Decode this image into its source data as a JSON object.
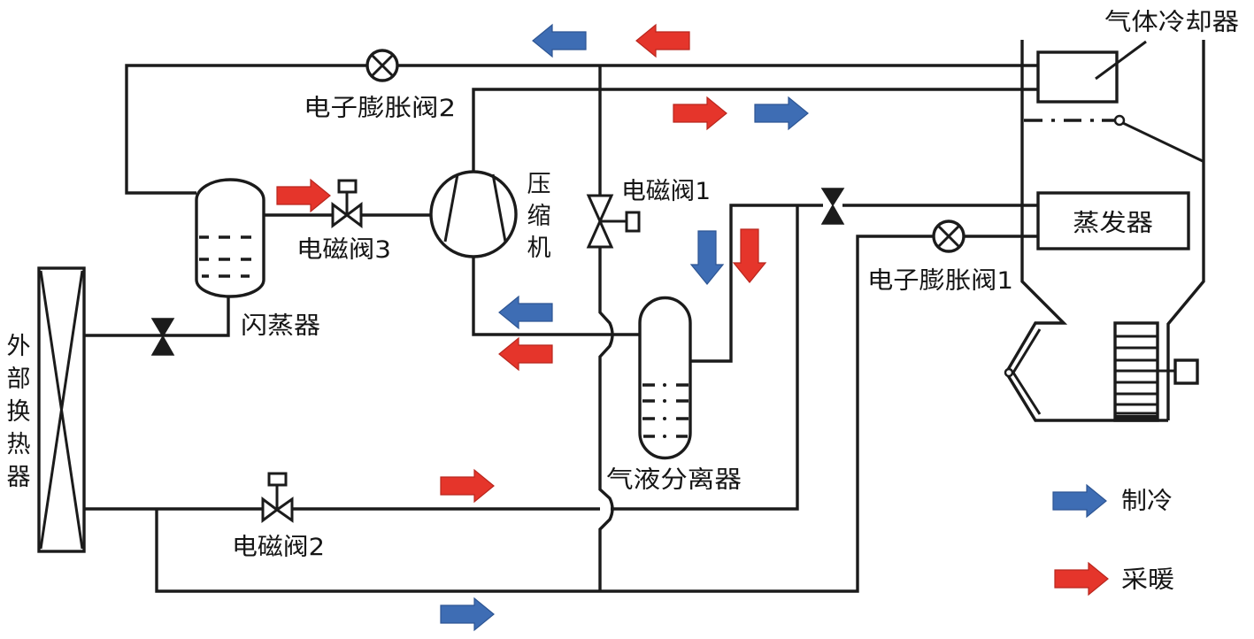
{
  "components": {
    "gas_cooler": "气体冷却器",
    "eev2": "电子膨胀阀2",
    "compressor": "压缩机",
    "solenoid_valve_1": "电磁阀1",
    "solenoid_valve_3": "电磁阀3",
    "evaporator": "蒸发器",
    "eev1": "电子膨胀阀1",
    "flash_tank": "闪蒸器",
    "external_heat_exchanger": "外部换热器",
    "gas_liquid_separator": "气液分离器",
    "solenoid_valve_2": "电磁阀2"
  },
  "legend": [
    {
      "mode": "cooling",
      "label": "制冷",
      "color": "#3e6db4",
      "stroke": "#2d5593"
    },
    {
      "mode": "heating",
      "label": "采暖",
      "color": "#e5352b",
      "stroke": "#b9261d"
    }
  ],
  "flow_arrows": [
    {
      "mode": "cooling",
      "direction": "left",
      "segment": "top-line-upper"
    },
    {
      "mode": "heating",
      "direction": "left",
      "segment": "top-line-upper"
    },
    {
      "mode": "heating",
      "direction": "right",
      "segment": "top-line-lower"
    },
    {
      "mode": "cooling",
      "direction": "right",
      "segment": "top-line-lower"
    },
    {
      "mode": "heating",
      "direction": "right",
      "segment": "flash-tank-to-compressor"
    },
    {
      "mode": "cooling",
      "direction": "down",
      "segment": "separator-inlet"
    },
    {
      "mode": "heating",
      "direction": "down",
      "segment": "separator-inlet"
    },
    {
      "mode": "cooling",
      "direction": "left",
      "segment": "compressor-suction"
    },
    {
      "mode": "heating",
      "direction": "left",
      "segment": "compressor-suction"
    },
    {
      "mode": "heating",
      "direction": "right",
      "segment": "solenoid-valve-2-line"
    },
    {
      "mode": "cooling",
      "direction": "right",
      "segment": "bottom-line"
    }
  ]
}
